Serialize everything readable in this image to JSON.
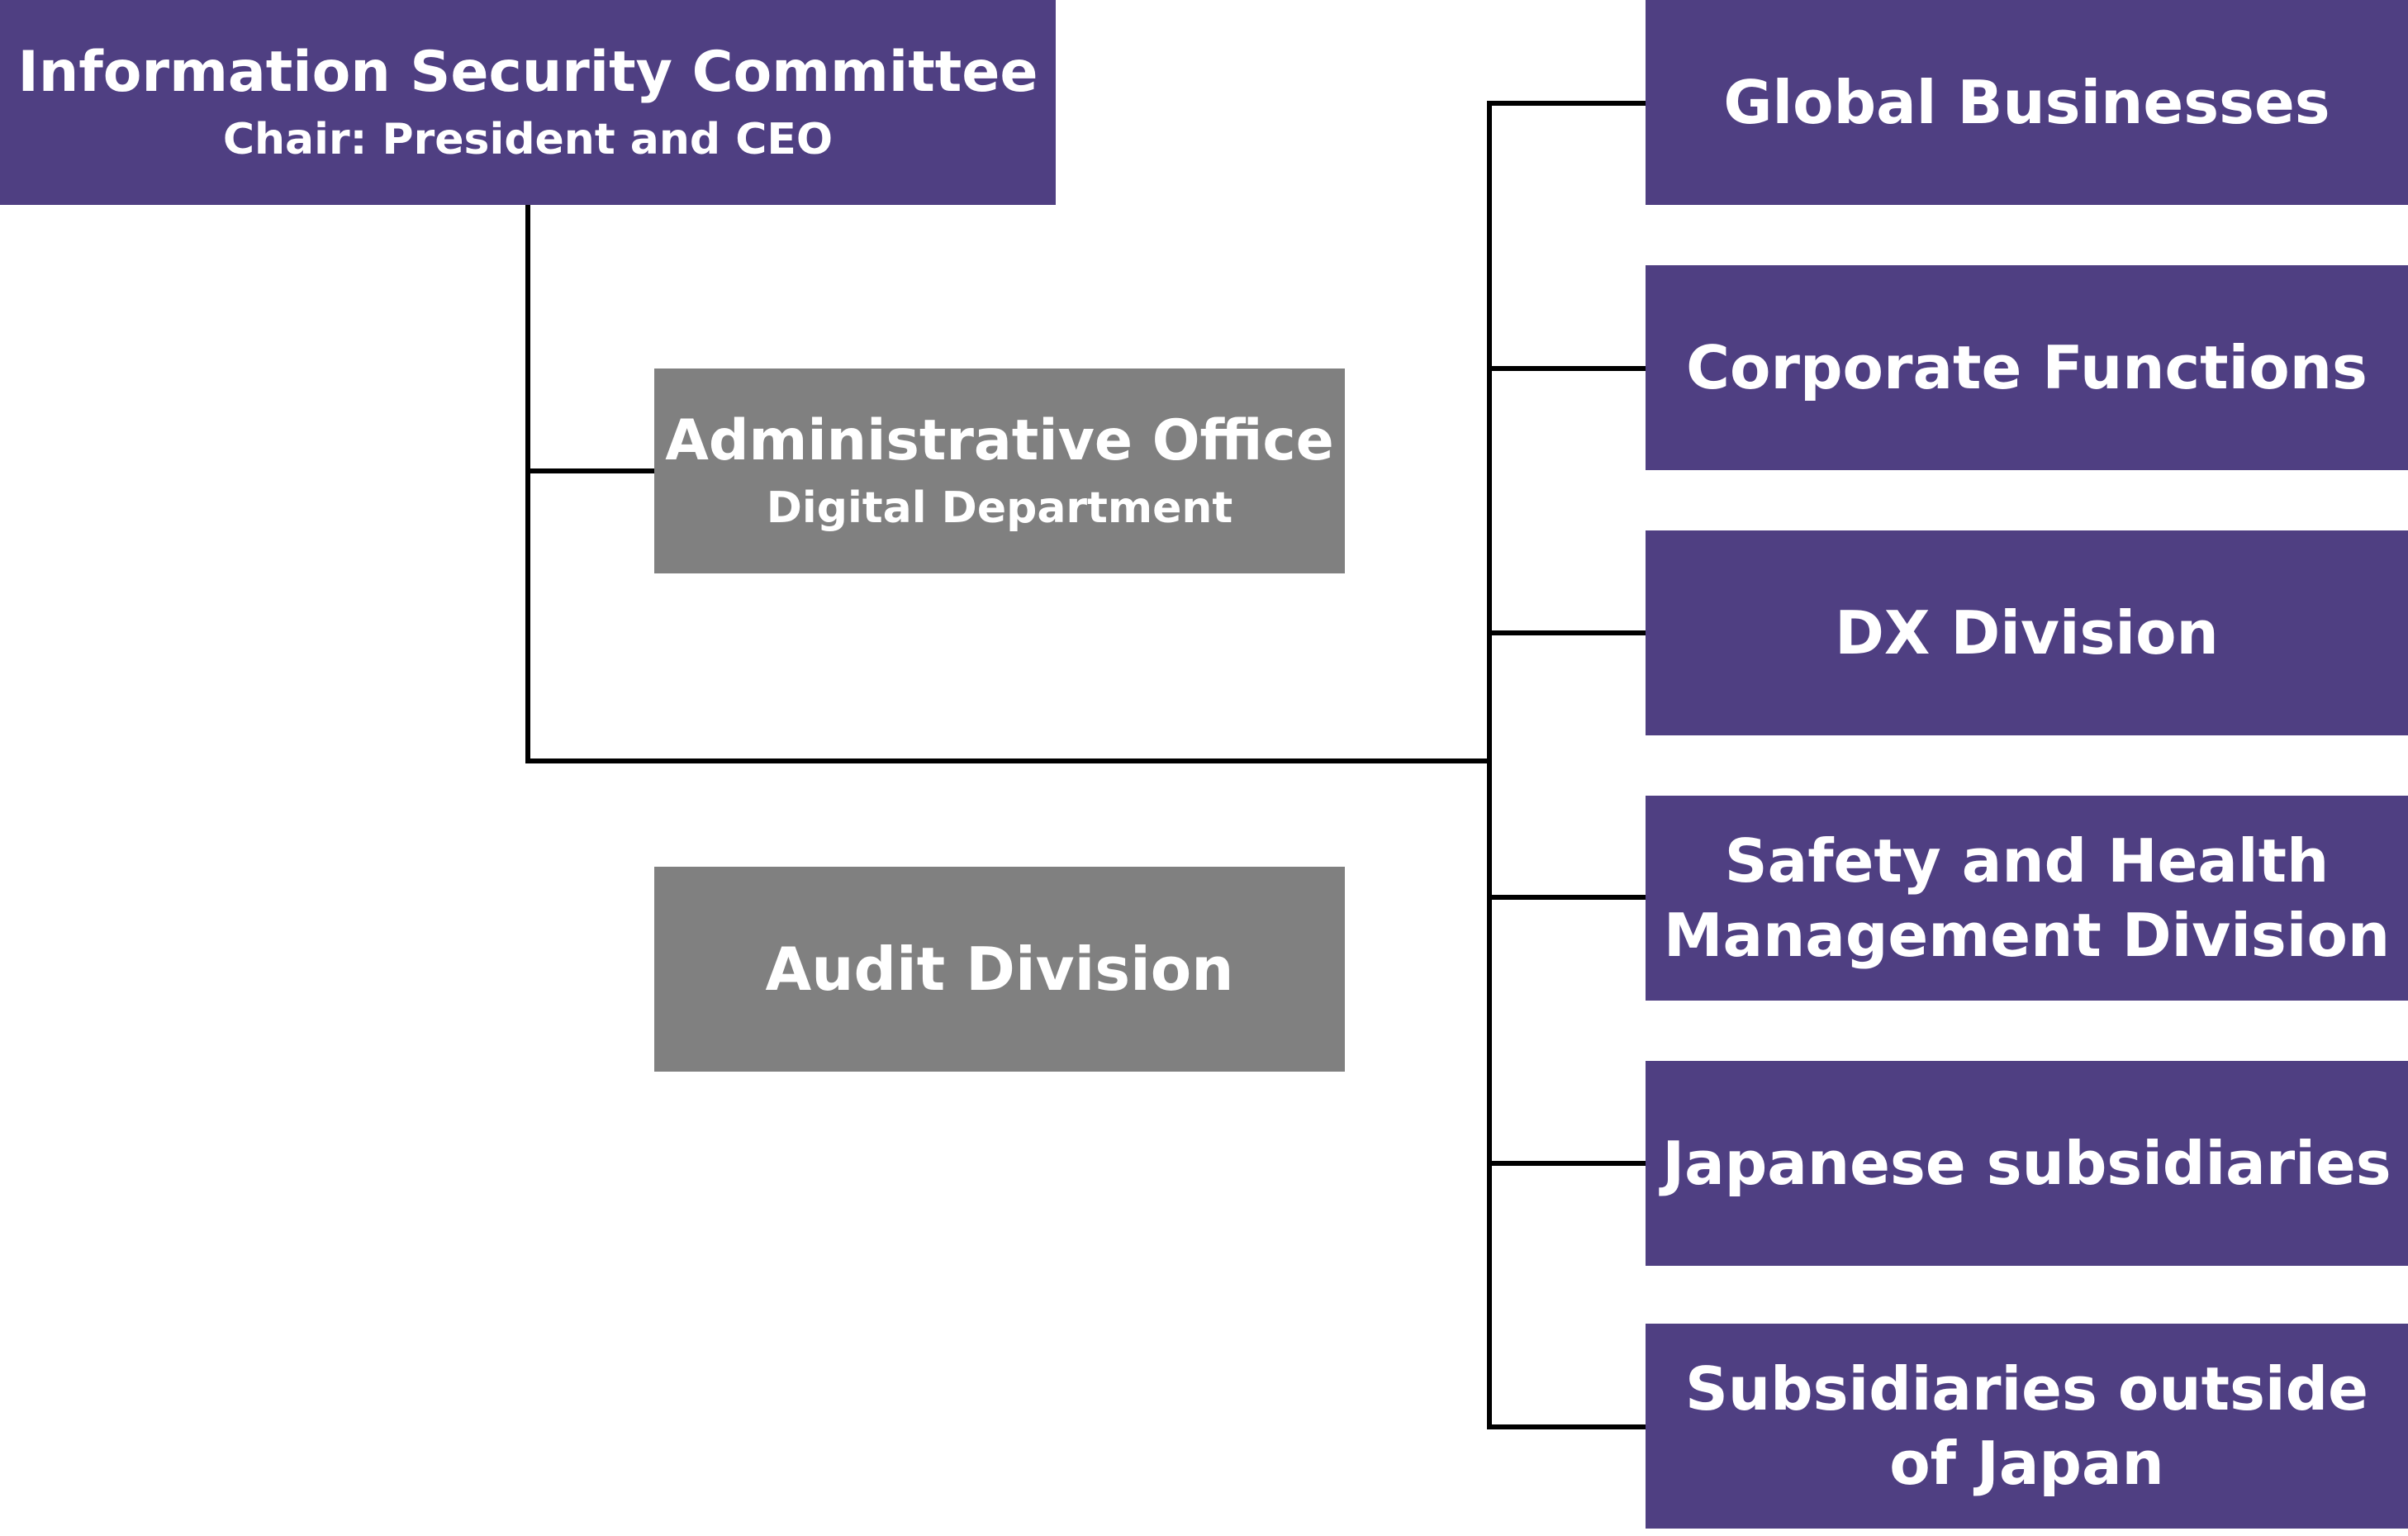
{
  "committee": {
    "title": "Information Security Committee",
    "subtitle": "Chair: President and CEO"
  },
  "admin_office": {
    "title": "Administrative Office",
    "subtitle": "Digital Department"
  },
  "audit": {
    "title": "Audit Division"
  },
  "divisions": [
    {
      "line1": "Global Businesses",
      "line2": ""
    },
    {
      "line1": "Corporate Functions",
      "line2": ""
    },
    {
      "line1": "DX Division",
      "line2": ""
    },
    {
      "line1": "Safety and Health",
      "line2": "Management Division"
    },
    {
      "line1": "Japanese subsidiaries",
      "line2": ""
    },
    {
      "line1": "Subsidiaries outside",
      "line2": "of Japan"
    }
  ],
  "colors": {
    "committee_box": "#4f3f82",
    "division_box": "#4f3f82",
    "office_box": "#808080",
    "connector": "#000000",
    "text": "#ffffff"
  }
}
